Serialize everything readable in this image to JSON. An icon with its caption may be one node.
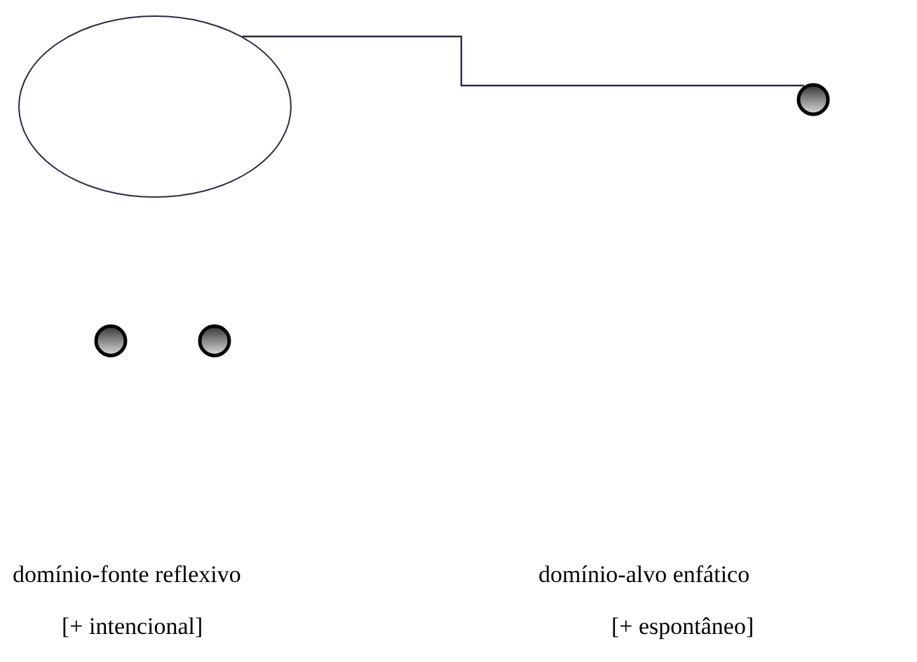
{
  "diagram": {
    "nodes": [
      {
        "text": [],
        "shape": "ellipse"
      },
      {
        "text": [],
        "shape": "circle"
      },
      {
        "text": [],
        "shape": "circle"
      },
      {
        "text": [],
        "shape": "circle"
      }
    ],
    "edges": [
      {
        "from": 0,
        "to": 1,
        "arrow": "none"
      }
    ],
    "labels": [
      "domínio-fonte reflexivo",
      "domínio-alvo enfático",
      "[+ intencional]",
      "[+ espontâneo]"
    ]
  }
}
